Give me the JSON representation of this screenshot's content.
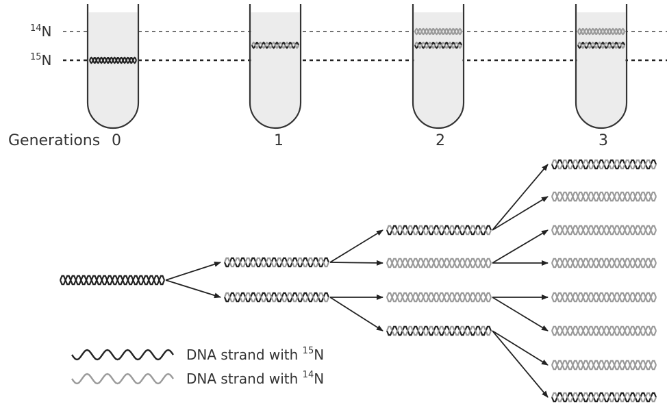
{
  "generations_prefix": "Generations",
  "generation_numbers": [
    "0",
    "1",
    "2",
    "3"
  ],
  "isotope_labels": [
    {
      "mass": "14",
      "element": "N"
    },
    {
      "mass": "15",
      "element": "N"
    }
  ],
  "legend": [
    {
      "text": "DNA strand with ",
      "mass": "15",
      "element": "N",
      "strand": "heavy"
    },
    {
      "text": "DNA strand with ",
      "mass": "14",
      "element": "N",
      "strand": "light"
    }
  ],
  "tubes": [
    {
      "generation": "0",
      "bands": [
        "heavy"
      ]
    },
    {
      "generation": "1",
      "bands": [
        "hybrid"
      ]
    },
    {
      "generation": "2",
      "bands": [
        "light",
        "hybrid"
      ]
    },
    {
      "generation": "3",
      "bands": [
        "light",
        "hybrid"
      ]
    }
  ],
  "colors": {
    "heavy_strand": "#222222",
    "light_strand": "#9a9a9a",
    "tube_fill": "#ececec",
    "outline": "#333333",
    "text": "#333333"
  }
}
